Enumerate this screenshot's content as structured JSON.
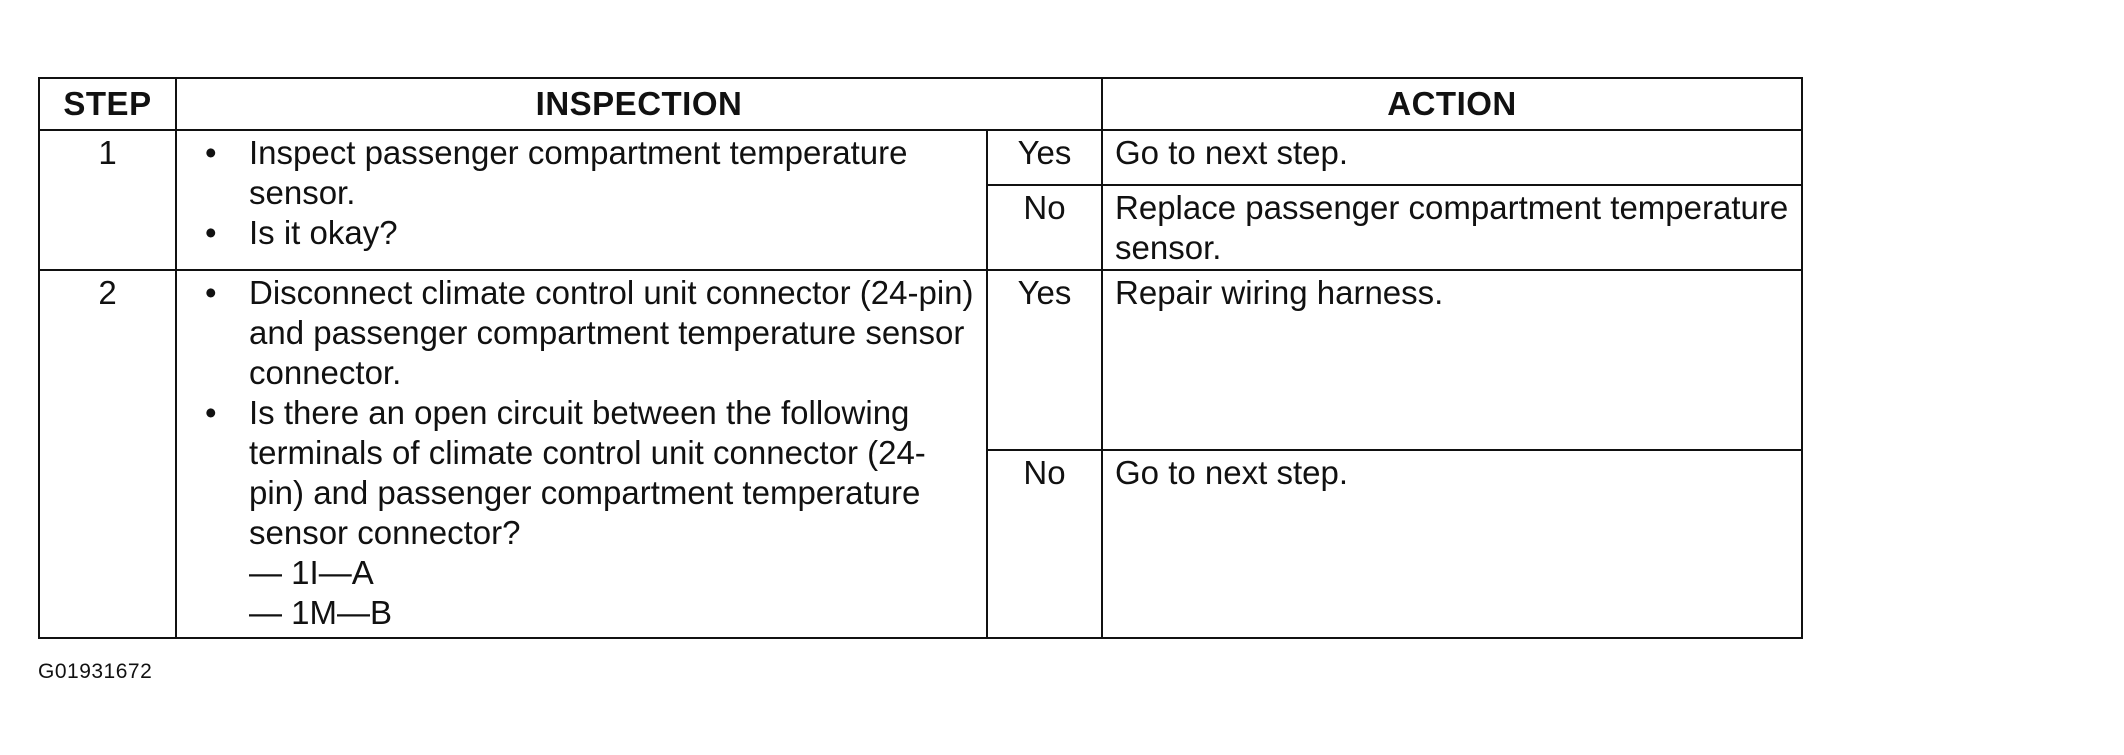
{
  "table": {
    "headers": {
      "step": "STEP",
      "inspection": "INSPECTION",
      "action": "ACTION"
    },
    "rows": [
      {
        "step": "1",
        "inspection": [
          "Inspect passenger compartment temperature sensor.",
          "Is it okay?"
        ],
        "answers": [
          {
            "answer": "Yes",
            "action": "Go to next step."
          },
          {
            "answer": "No",
            "action": "Replace passenger compartment temperature sensor."
          }
        ]
      },
      {
        "step": "2",
        "inspection": [
          "Disconnect climate control unit connector (24-pin) and passenger compartment temperature sensor connector.",
          "Is there an open circuit between the following terminals of climate control unit connector (24-pin) and passenger compartment temperature sensor connector?"
        ],
        "terminals": [
          "— 1I—A",
          "— 1M—B"
        ],
        "answers": [
          {
            "answer": "Yes",
            "action": "Repair wiring harness."
          },
          {
            "answer": "No",
            "action": "Go to next step."
          }
        ]
      }
    ]
  },
  "figure_id": "G01931672"
}
